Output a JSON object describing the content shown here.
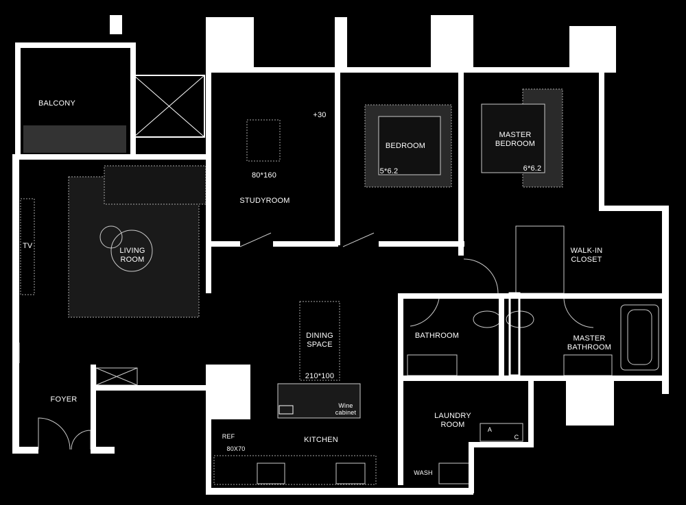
{
  "rooms": {
    "balcony": "BALCONY",
    "living_room": [
      "LIVING",
      "ROOM"
    ],
    "tv": "TV",
    "foyer": "FOYER",
    "studyroom": "STUDYROOM",
    "bedroom": "BEDROOM",
    "master_bedroom": [
      "MASTER",
      "BEDROOM"
    ],
    "walk_in_closet": [
      "WALK-IN",
      "CLOSET"
    ],
    "dining_space": [
      "DINING",
      "SPACE"
    ],
    "bathroom": "BATHROOM",
    "master_bathroom": [
      "MASTER",
      "BATHROOM"
    ],
    "laundry_room": [
      "LAUNDRY",
      "ROOM"
    ],
    "kitchen": "KITCHEN"
  },
  "dimensions": {
    "study_desk": "80*160",
    "bedroom_bed": "5*6.2",
    "master_bed": "6*6.2",
    "dining_table": "210*100",
    "level_note": "+30",
    "fridge_size": "80X70"
  },
  "fixtures": {
    "wine_cabinet": [
      "Wine",
      "cabinet"
    ],
    "ref": "REF",
    "wash": "WASH",
    "laundry_a": "A",
    "laundry_c": "C"
  },
  "colors": {
    "background": "#000000",
    "wall": "#ffffff",
    "rug": "#1a1a1a",
    "line": "#cccccc"
  }
}
